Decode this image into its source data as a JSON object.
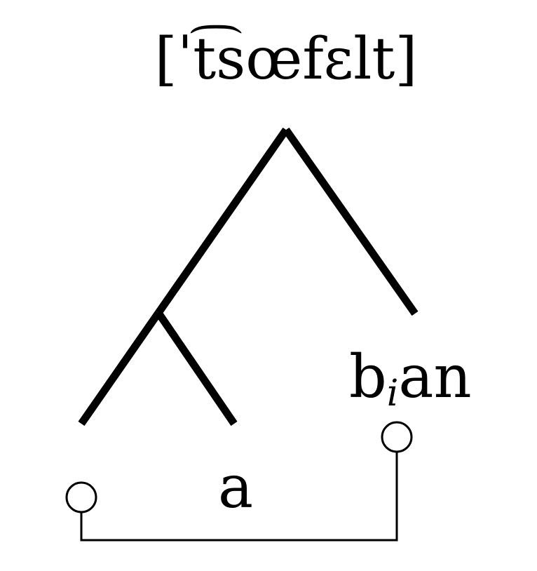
{
  "title": "[ˈt͡sœfɛlt]",
  "leaves": {
    "left_empty": "",
    "middle": "a",
    "right_base": "b",
    "right_subscript": "i",
    "right_tail": "an"
  },
  "colors": {
    "stroke": "#000000",
    "background": "#ffffff"
  }
}
